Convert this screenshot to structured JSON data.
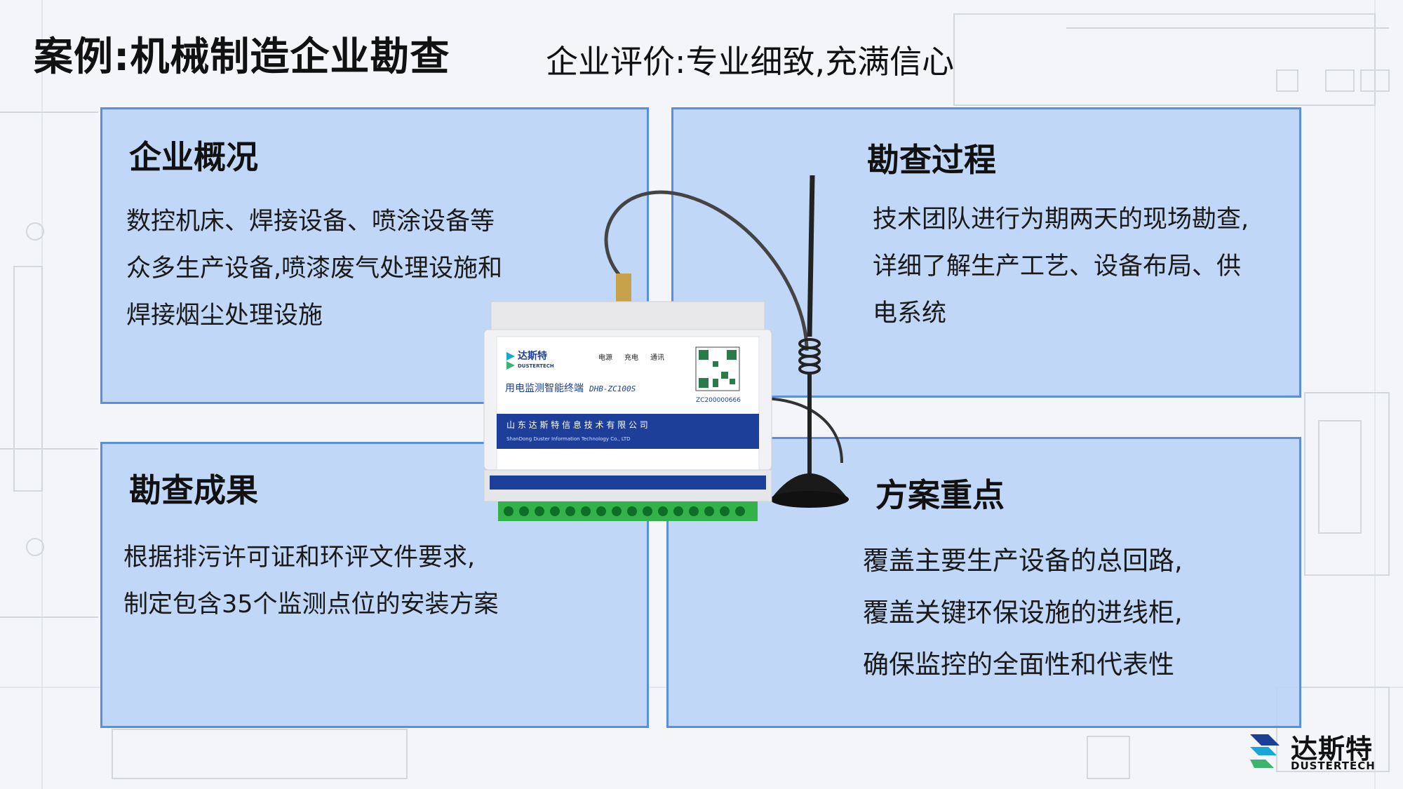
{
  "header": {
    "title": "案例:机械制造企业勘查",
    "subtitle": "企业评价:专业细致,充满信心"
  },
  "panels": {
    "overview": {
      "heading": "企业概况",
      "lines": [
        "数控机床、焊接设备、喷涂设备等",
        "众多生产设备,喷漆废气处理设施和",
        "焊接烟尘处理设施"
      ]
    },
    "process": {
      "heading": "勘查过程",
      "lines": [
        "技术团队进行为期两天的现场勘查,",
        "详细了解生产工艺、设备布局、供",
        "电系统"
      ]
    },
    "results": {
      "heading": "勘查成果",
      "lines": [
        "根据排污许可证和环评文件要求,",
        "制定包含35个监测点位的安装方案"
      ]
    },
    "key_points": {
      "heading": "方案重点",
      "lines": [
        "覆盖主要生产设备的总回路,",
        "覆盖关键环保设施的进线柜,",
        "确保监控的全面性和代表性"
      ]
    }
  },
  "device": {
    "brand": "达斯特",
    "brand_en": "DUSTERTECH",
    "indicators": [
      "电源",
      "充电",
      "通讯"
    ],
    "product_name": "用电监测智能终端",
    "model": "DHB-ZC100S",
    "serial": "ZC200000666",
    "company": "山 东 达 斯 特 信 息 技 术 有 限 公 司",
    "company_en": "ShanDong Duster Information Technology Co., LTD"
  },
  "logo": {
    "name": "达斯特",
    "name_en": "DUSTERTECH"
  },
  "colors": {
    "panel_fill": "#bcd4f6",
    "panel_border": "#5b8fdc",
    "device_band": "#1d3f9a",
    "logo_cyan": "#17a7d6",
    "logo_green": "#3cb371",
    "logo_navy": "#1d3f9a"
  }
}
